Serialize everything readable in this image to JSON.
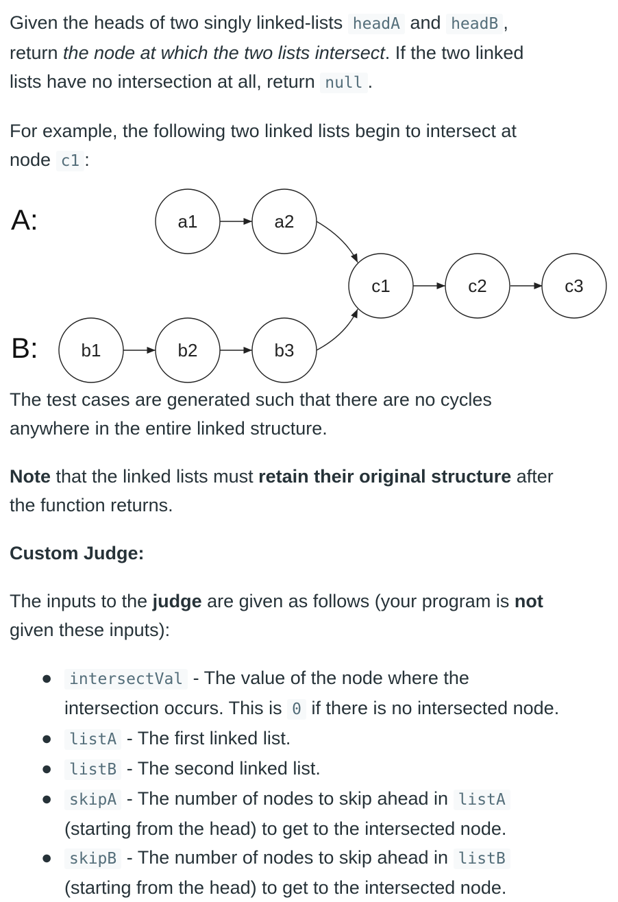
{
  "intro": {
    "p1_a": "Given the heads of two singly linked-lists ",
    "p1_code1": "headA",
    "p1_b": " and ",
    "p1_code2": "headB",
    "p1_c": ",",
    "p1_d": "return ",
    "p1_em": "the node at which the two lists intersect",
    "p1_e": ". If the two linked",
    "p1_f": "lists have no intersection at all, return ",
    "p1_code3": "null",
    "p1_g": ".",
    "p2_a": "For example, the following two linked lists begin to intersect at",
    "p2_b": "node ",
    "p2_code": "c1",
    "p2_c": ":"
  },
  "diagram": {
    "label_a": "A:",
    "label_b": "B:",
    "nodes": [
      "a1",
      "a2",
      "c1",
      "c2",
      "c3",
      "b1",
      "b2",
      "b3"
    ]
  },
  "body": {
    "p3_a": "The test cases are generated such that there are no cycles",
    "p3_b": "anywhere in the entire linked structure.",
    "p4_bold1": "Note",
    "p4_a": " that the linked lists must ",
    "p4_bold2": "retain their original structure",
    "p4_b": " after",
    "p4_c": "the function returns.",
    "judge_heading": "Custom Judge:",
    "p5_a": "The inputs to the ",
    "p5_bold1": "judge",
    "p5_b": " are given as follows (your program is ",
    "p5_bold2": "not",
    "p5_c": "given these inputs):"
  },
  "list": [
    {
      "code": "intersectVal",
      "text1": " - The value of the node where the",
      "text2": "intersection occurs. This is ",
      "code2": "0",
      "text3": " if there is no intersected node."
    },
    {
      "code": "listA",
      "text1": " - The first linked list."
    },
    {
      "code": "listB",
      "text1": " - The second linked list."
    },
    {
      "code": "skipA",
      "text1": " - The number of nodes to skip ahead in ",
      "code2": "listA",
      "text2": "(starting from the head) to get to the intersected node."
    },
    {
      "code": "skipB",
      "text1": " - The number of nodes to skip ahead in ",
      "code2": "listB",
      "text2": "(starting from the head) to get to the intersected node."
    }
  ]
}
